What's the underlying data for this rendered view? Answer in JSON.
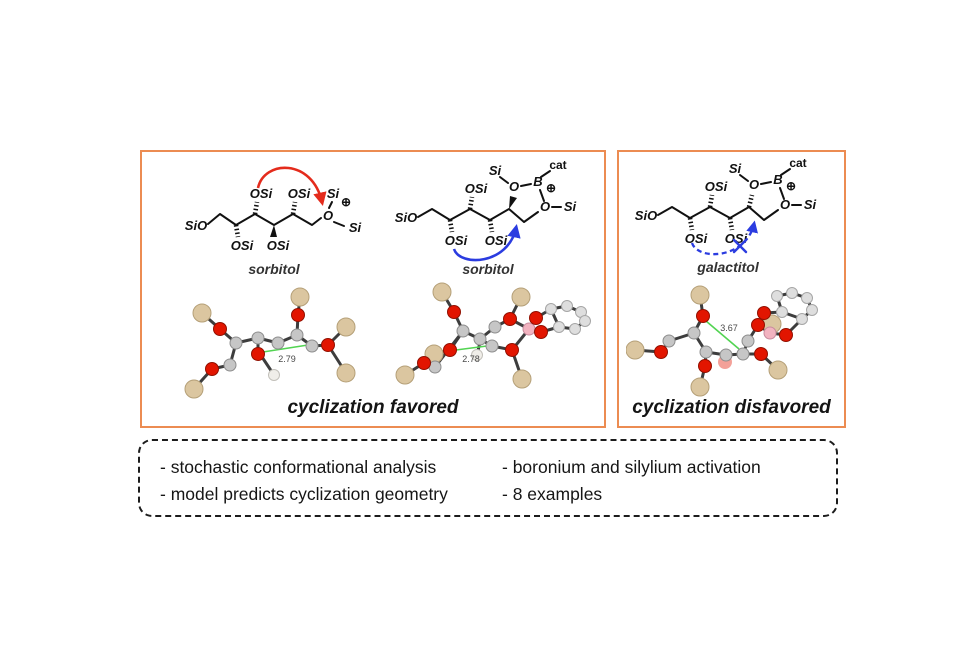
{
  "glyphs": {
    "sio": "SiO",
    "osi": "OSi",
    "si": "Si",
    "o": "O",
    "b": "B",
    "cat": "cat",
    "oplus": "⊕"
  },
  "panels": {
    "favored": {
      "caption": "cyclization favored",
      "structures": [
        {
          "name": "sorbitol"
        },
        {
          "name": "sorbitol"
        }
      ],
      "models": [
        {
          "distance": "2.79"
        },
        {
          "distance": "2.78"
        }
      ]
    },
    "disfavored": {
      "caption": "cyclization disfavored",
      "structures": [
        {
          "name": "galactitol"
        }
      ],
      "models": [
        {
          "distance": "3.67"
        }
      ]
    }
  },
  "summary": {
    "left": [
      "- stochastic conformational analysis",
      "- model predicts cyclization geometry"
    ],
    "right": [
      "- boronium and silylium activation",
      "- 8 examples"
    ]
  },
  "colors": {
    "panel_border": "#ec8c52",
    "arrow_red": "#e42b1c",
    "arrow_blue": "#2b3ce0",
    "dist_green": "#52d452"
  }
}
